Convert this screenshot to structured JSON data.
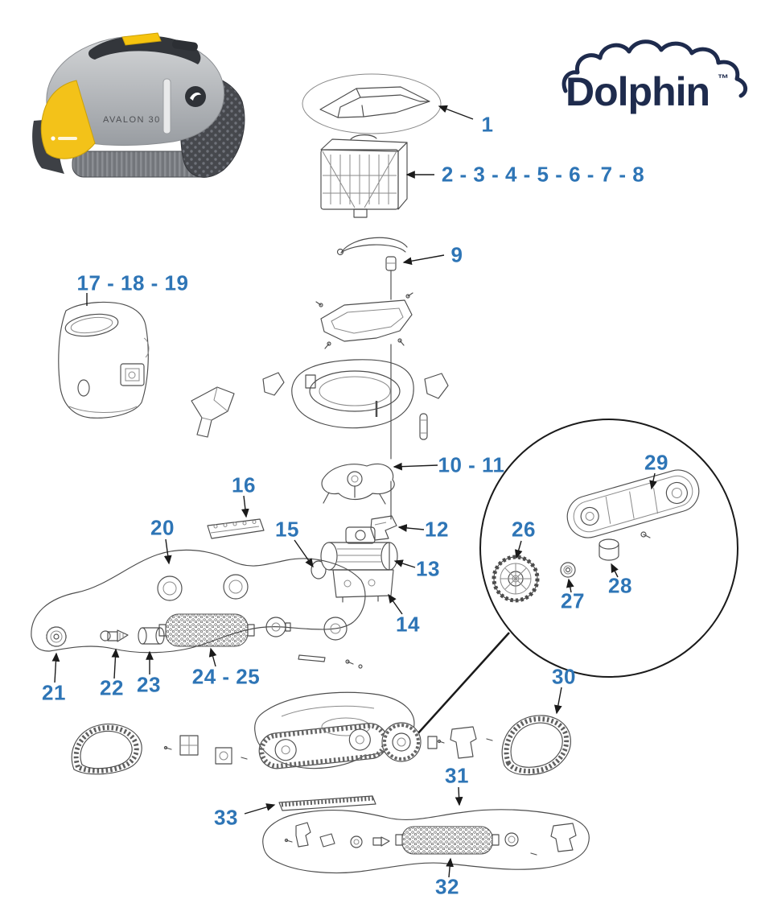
{
  "logo": {
    "text": "Dolphin",
    "tm": "™"
  },
  "product": {
    "model_label": "AVALON 30"
  },
  "callouts": [
    {
      "id": "part-1",
      "text": "1"
    },
    {
      "id": "part-2-8",
      "text": "2 - 3 - 4 - 5 - 6 - 7 - 8"
    },
    {
      "id": "part-9",
      "text": "9"
    },
    {
      "id": "part-17-19",
      "text": "17 - 18 - 19"
    },
    {
      "id": "part-10-11",
      "text": "10 - 11"
    },
    {
      "id": "part-16",
      "text": "16"
    },
    {
      "id": "part-20",
      "text": "20"
    },
    {
      "id": "part-15",
      "text": "15"
    },
    {
      "id": "part-12",
      "text": "12"
    },
    {
      "id": "part-13",
      "text": "13"
    },
    {
      "id": "part-14",
      "text": "14"
    },
    {
      "id": "part-26",
      "text": "26"
    },
    {
      "id": "part-27",
      "text": "27"
    },
    {
      "id": "part-28",
      "text": "28"
    },
    {
      "id": "part-29",
      "text": "29"
    },
    {
      "id": "part-24-25",
      "text": "24 - 25"
    },
    {
      "id": "part-21",
      "text": "21"
    },
    {
      "id": "part-22",
      "text": "22"
    },
    {
      "id": "part-23",
      "text": "23"
    },
    {
      "id": "part-30",
      "text": "30"
    },
    {
      "id": "part-31",
      "text": "31"
    },
    {
      "id": "part-32",
      "text": "32"
    },
    {
      "id": "part-33",
      "text": "33"
    }
  ],
  "colors": {
    "callout": "#2e75b6",
    "line": "#4d4d4d",
    "logo": "#1e2b4d",
    "accent_yellow": "#f3c219"
  }
}
